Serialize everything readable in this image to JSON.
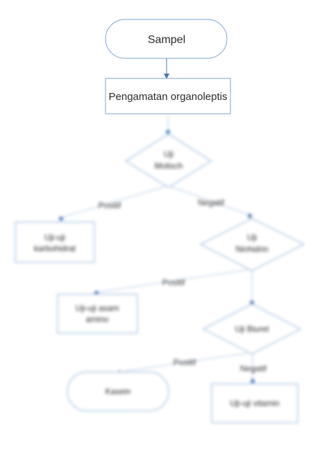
{
  "nodes": {
    "sampel": "Sampel",
    "pengamatan": "Pengamatan organoleptis",
    "uji_molisch": [
      "Uji",
      "Molisch"
    ],
    "uji_karbohidrat": [
      "Uji-uji",
      "karbohidrat"
    ],
    "uji_ninhidrin": [
      "Uji",
      "Ninhidrin"
    ],
    "uji_asam_amino": [
      "Uji-uji asam",
      "amino"
    ],
    "uji_biuret": "Uji Biuret",
    "kasein": "Kasein",
    "uji_vitamin": "Uji-uji vitamin"
  },
  "edges": {
    "molisch_positif": "Positif",
    "molisch_negatif": "Negatif",
    "ninhidrin_positif": "Positif",
    "biuret_positif": "Positif",
    "biuret_negatif": "Negatif"
  },
  "colors": {
    "outline": "#a9c4e0",
    "sharp_outline": "#7ea3cf",
    "arrow": "#4a78b8",
    "edge": "#c9d9ea"
  }
}
